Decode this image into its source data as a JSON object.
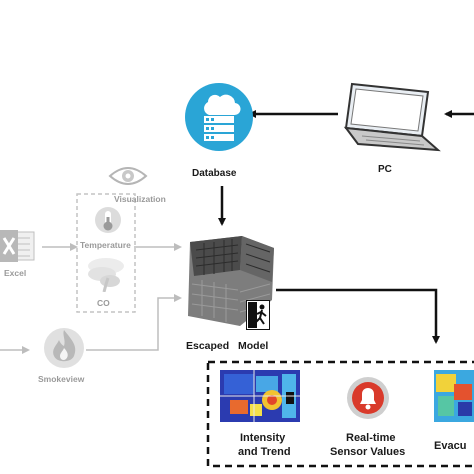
{
  "nodes": {
    "database": {
      "label": "Database",
      "icon": "database-server-icon",
      "color": "#2aa5d6"
    },
    "pc": {
      "label": "PC",
      "icon": "laptop-icon"
    },
    "visualization": {
      "label": "Visualization",
      "icon": "eye-icon"
    },
    "temperature": {
      "label": "Temperature",
      "icon": "thermometer-icon"
    },
    "co": {
      "label": "CO",
      "icon": "smoke-plume-icon"
    },
    "excel": {
      "label": "Excel",
      "icon": "excel-icon"
    },
    "smokeview": {
      "label": "Smokeview",
      "icon": "flame-icon"
    },
    "model": {
      "label_left": "Escaped",
      "label_right": "Model",
      "icon": "building-model-icon",
      "exit_icon": "emergency-exit-icon"
    }
  },
  "outputs": [
    {
      "label_line1": "Intensity",
      "label_line2": "and Trend",
      "icon": "heatmap-floorplan-icon"
    },
    {
      "label_line1": "Real-time",
      "label_line2": "Sensor Values",
      "icon": "alarm-bell-icon",
      "color": "#d93a2b"
    },
    {
      "label_line1": "Evacu",
      "icon": "evacuation-heatmap-icon"
    }
  ]
}
